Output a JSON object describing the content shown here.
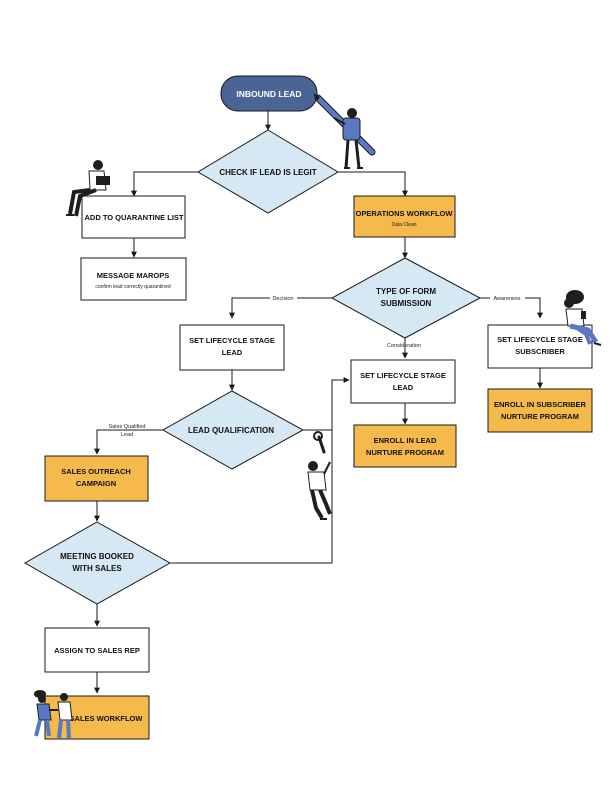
{
  "colors": {
    "start_fill": "#4a6496",
    "decision_fill": "#d6e8f4",
    "highlight_fill": "#f6b94c",
    "plain_fill": "#ffffff",
    "line": "#1a1a1a",
    "figure_blue": "#5b78c4",
    "figure_dark": "#1e1e1e"
  },
  "nodes": {
    "inbound_lead": {
      "label": "INBOUND LEAD"
    },
    "check_lead": {
      "label": "CHECK IF LEAD IS LEGIT"
    },
    "add_quarantine": {
      "label": "ADD TO QUARANTINE LIST"
    },
    "message_marops": {
      "label": "MESSAGE MAROPS",
      "sublabel": "confirm lead correctly quarantined"
    },
    "operations_workflow": {
      "label": "OPERATIONS WORKFLOW",
      "sublabel": "Data Clean"
    },
    "type_of_form": {
      "label_line1": "TYPE OF FORM",
      "label_line2": "SUBMISSION"
    },
    "lifecycle_lead_left": {
      "label_line1": "SET LIFECYCLE STAGE",
      "label_line2": "LEAD"
    },
    "lifecycle_lead_mid": {
      "label_line1": "SET LIFECYCLE STAGE",
      "label_line2": "LEAD"
    },
    "lifecycle_subscriber": {
      "label_line1": "SET LIFECYCLE STAGE",
      "label_line2": "SUBSCRIBER"
    },
    "lead_qualification": {
      "label": "LEAD QUALIFICATION"
    },
    "enroll_lead_nurture": {
      "label_line1": "ENROLL IN LEAD",
      "label_line2": "NURTURE PROGRAM"
    },
    "enroll_subscriber_nurture": {
      "label_line1": "ENROLL IN SUBSCRIBER",
      "label_line2": "NURTURE PROGRAM"
    },
    "sales_outreach": {
      "label_line1": "SALES OUTREACH",
      "label_line2": "CAMPAIGN"
    },
    "meeting_booked": {
      "label_line1": "MEETING BOOKED",
      "label_line2": "WITH SALES"
    },
    "assign_sales_rep": {
      "label": "ASSIGN TO SALES REP"
    },
    "sales_workflow": {
      "label": "SALES WORKFLOW"
    }
  },
  "edge_labels": {
    "decision": "Decision",
    "consideration": "Consideration",
    "awareness": "Awareness",
    "sql_line1": "Sales Qualified",
    "sql_line2": "Lead"
  },
  "illustrations": [
    "person-with-pencil-icon",
    "person-sitting-with-laptop-icon",
    "person-sitting-with-phone-icon",
    "person-climbing-with-wrench-icon",
    "people-shaking-hands-icon"
  ]
}
